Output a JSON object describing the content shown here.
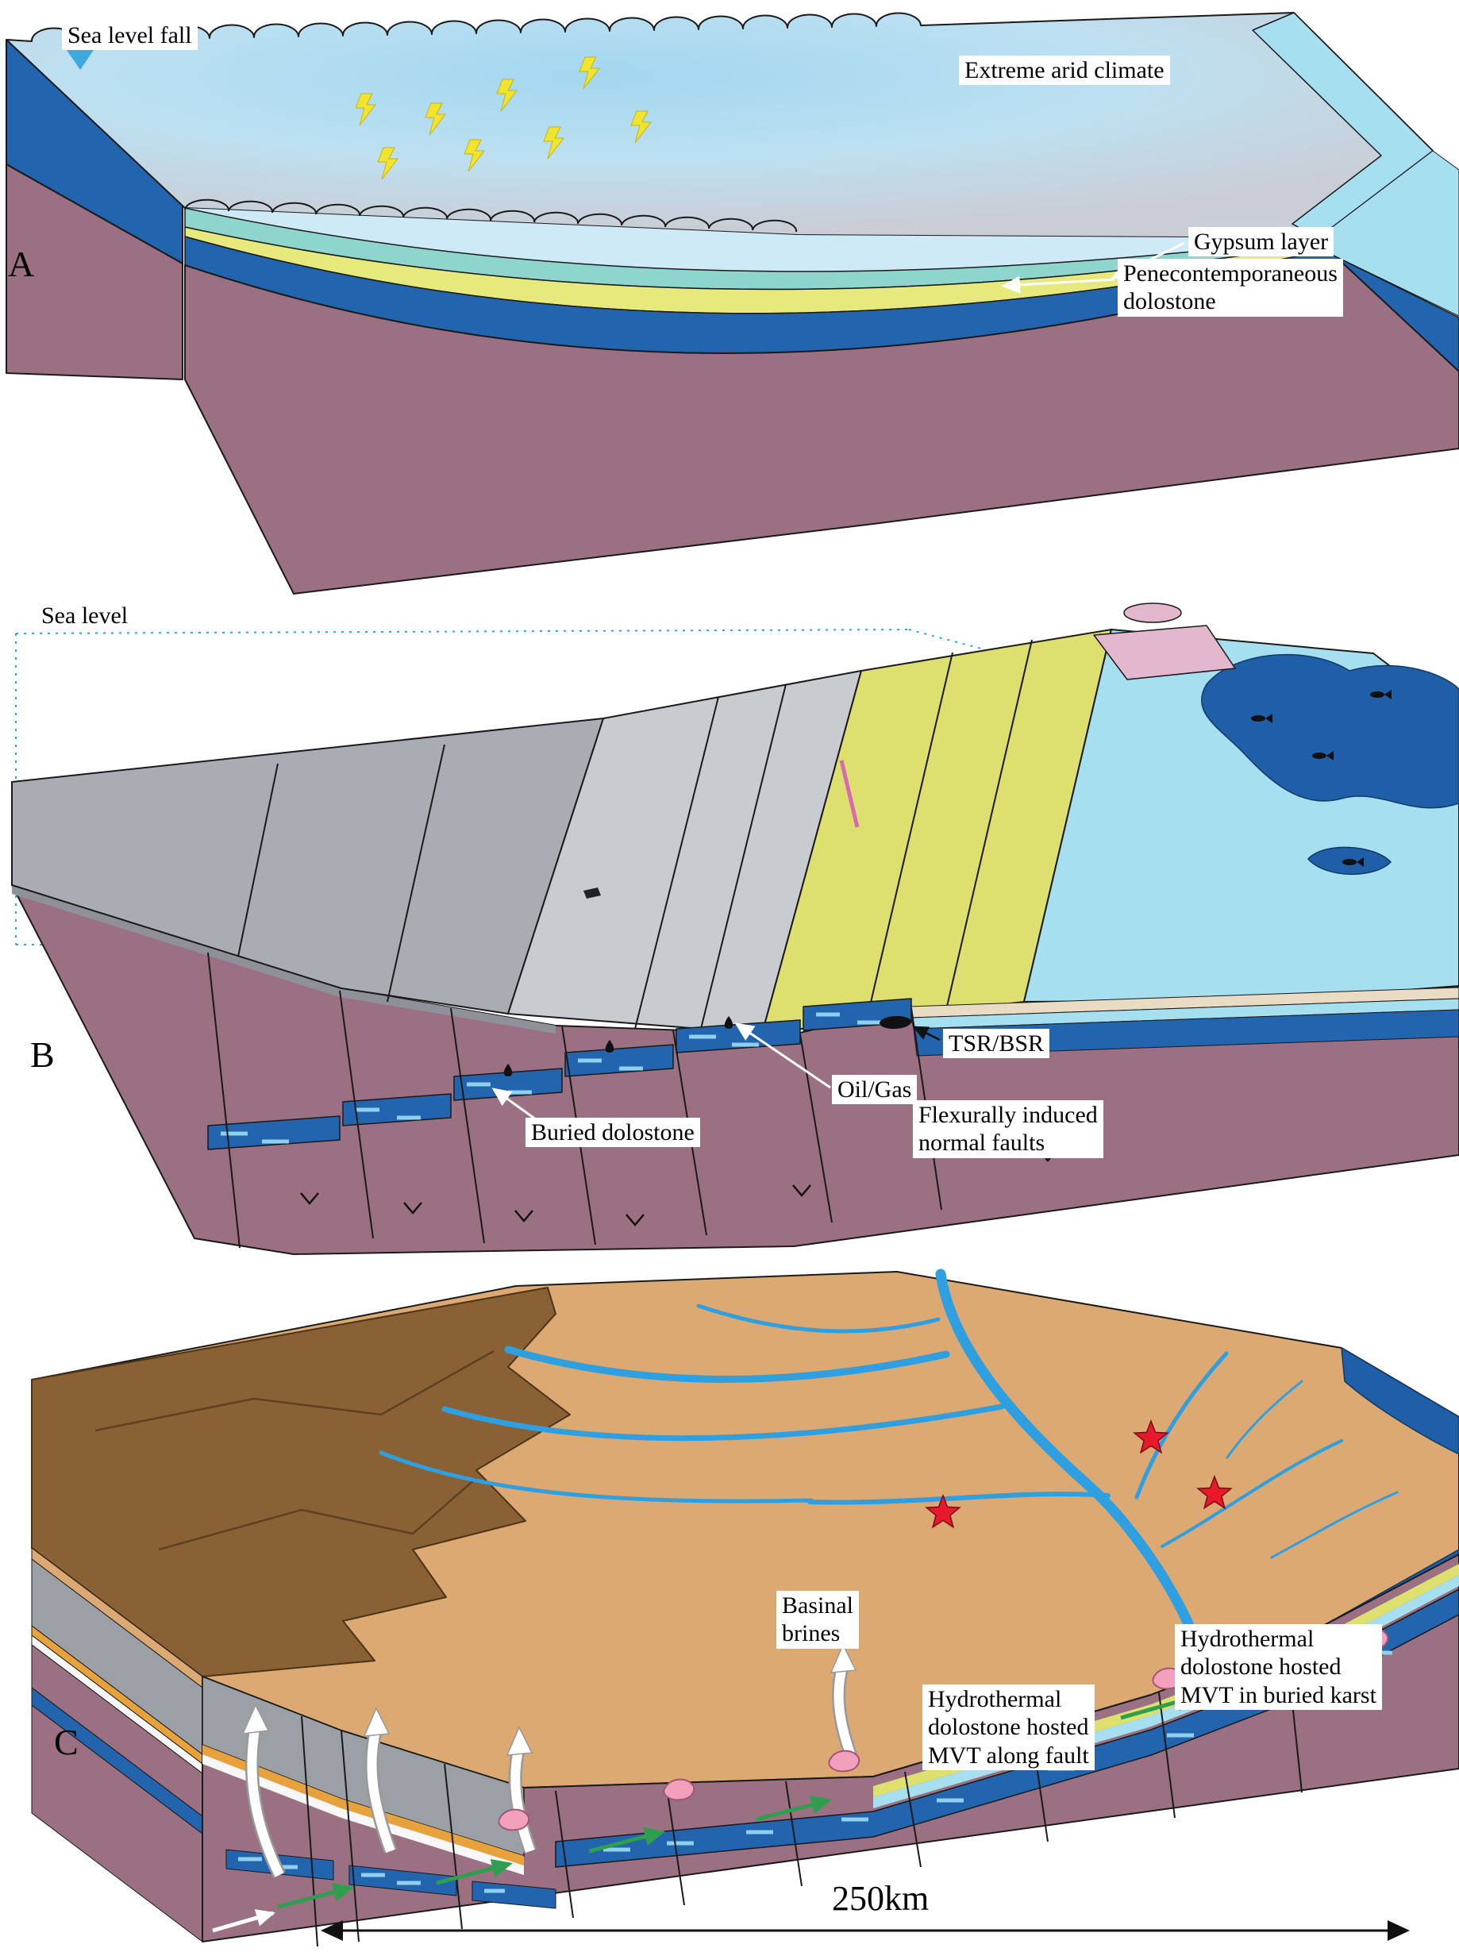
{
  "figure": {
    "panels": {
      "a": {
        "letter": "A",
        "sea_level_fall": "Sea level fall",
        "extreme_arid_climate": "Extreme arid climate",
        "gypsum_layer": "Gypsum layer",
        "pene_dolostone": [
          "Penecontemporaneous",
          "dolostone"
        ]
      },
      "b": {
        "letter": "B",
        "sea_level": "Sea level",
        "tsr_bsr": "TSR/BSR",
        "oil_gas": "Oil/Gas",
        "buried_dolostone": "Buried dolostone",
        "flexural_faults": [
          "Flexurally induced",
          "normal faults"
        ]
      },
      "c": {
        "letter": "C",
        "basinal_brines": [
          "Basinal",
          "brines"
        ],
        "mvt_along_fault": [
          "Hydrothermal",
          "dolostone hosted",
          "MVT along fault"
        ],
        "mvt_buried_karst": [
          "Hydrothermal",
          "dolostone hosted",
          "MVT in buried karst"
        ],
        "scale_label": "250km"
      }
    },
    "symbols": [
      "lightning-bolt",
      "sea-level-fall-triangle",
      "fish",
      "oil-droplet",
      "tsr-blob",
      "v-mark",
      "red-star",
      "mvt-ore-blob",
      "brine-arrow",
      "migration-arrow"
    ],
    "colors": {
      "mauve": "#9a7082",
      "dark_blue": "#2264ad",
      "water_blue": "#a3d7f0",
      "water_gray": "#c9ced6",
      "dolostone_teal": "#8ed6cd",
      "gypsum_yellow": "#e6e97c",
      "slab_gray": "#a9adb3",
      "slab_gray_light": "#c8cbd0",
      "unit_yellowgreen": "#dde06e",
      "coast_cyan": "#a5dff0",
      "sea_blue": "#1f5fa8",
      "pink_unit": "#e3b8cf",
      "mountain_brown": "#8a6134",
      "plain_tan": "#dda972",
      "river_blue": "#2e9fe0",
      "star_red": "#e8192c",
      "mvt_pink": "#f2a0bc",
      "flow_green": "#2f9e4f",
      "bolt_yellow": "#f0e431",
      "unit_cream": "#eadbc4",
      "unit_orange": "#e8a23c",
      "dike_pink": "#d86ab0",
      "level_dots": "#2aa8e0",
      "outline": "#1a1a1a"
    }
  }
}
